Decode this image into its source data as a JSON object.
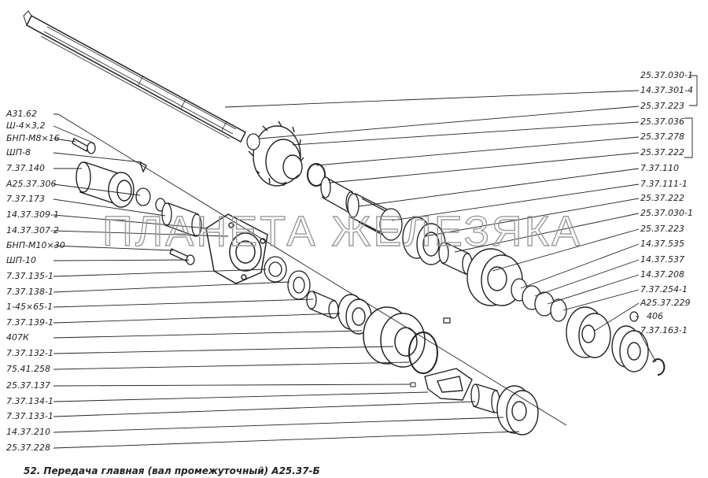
{
  "caption": "52. Передача главная (вал промежуточный) А25.37-Б",
  "watermark": "ПЛАНЕТА ЖЕЛЕЗЯКА",
  "left_labels": [
    "А31.62",
    "Ш-4×3,2",
    "БНП-М8×16",
    "ШП-8",
    "7.37.140",
    "А25.37.306",
    "7.37.173",
    "14.37.309-1",
    "14.37.307-2",
    "БНП-М10×30",
    "ШП-10",
    "7.37.135-1",
    "7.37.138-1",
    "1-45×65-1",
    "7.37.139-1",
    "407К",
    "7.37.132-1",
    "75.41.258",
    "25.37.137",
    "7.37.134-1",
    "7.37.133-1",
    "14.37.210",
    "25.37.228"
  ],
  "right_labels": [
    "25.37.030-1",
    "14.37.301-4",
    "25.37.223",
    "25.37.036",
    "25.37.278",
    "25.37.222",
    "7.37.110",
    "7.37.111-1",
    "25.37.222",
    "25.37.030-1",
    "25.37.223",
    "14.37.535",
    "14.37.537",
    "14.37.208",
    "7.37.254-1",
    "А25.37.229",
    "406",
    "7.37.163-1"
  ]
}
